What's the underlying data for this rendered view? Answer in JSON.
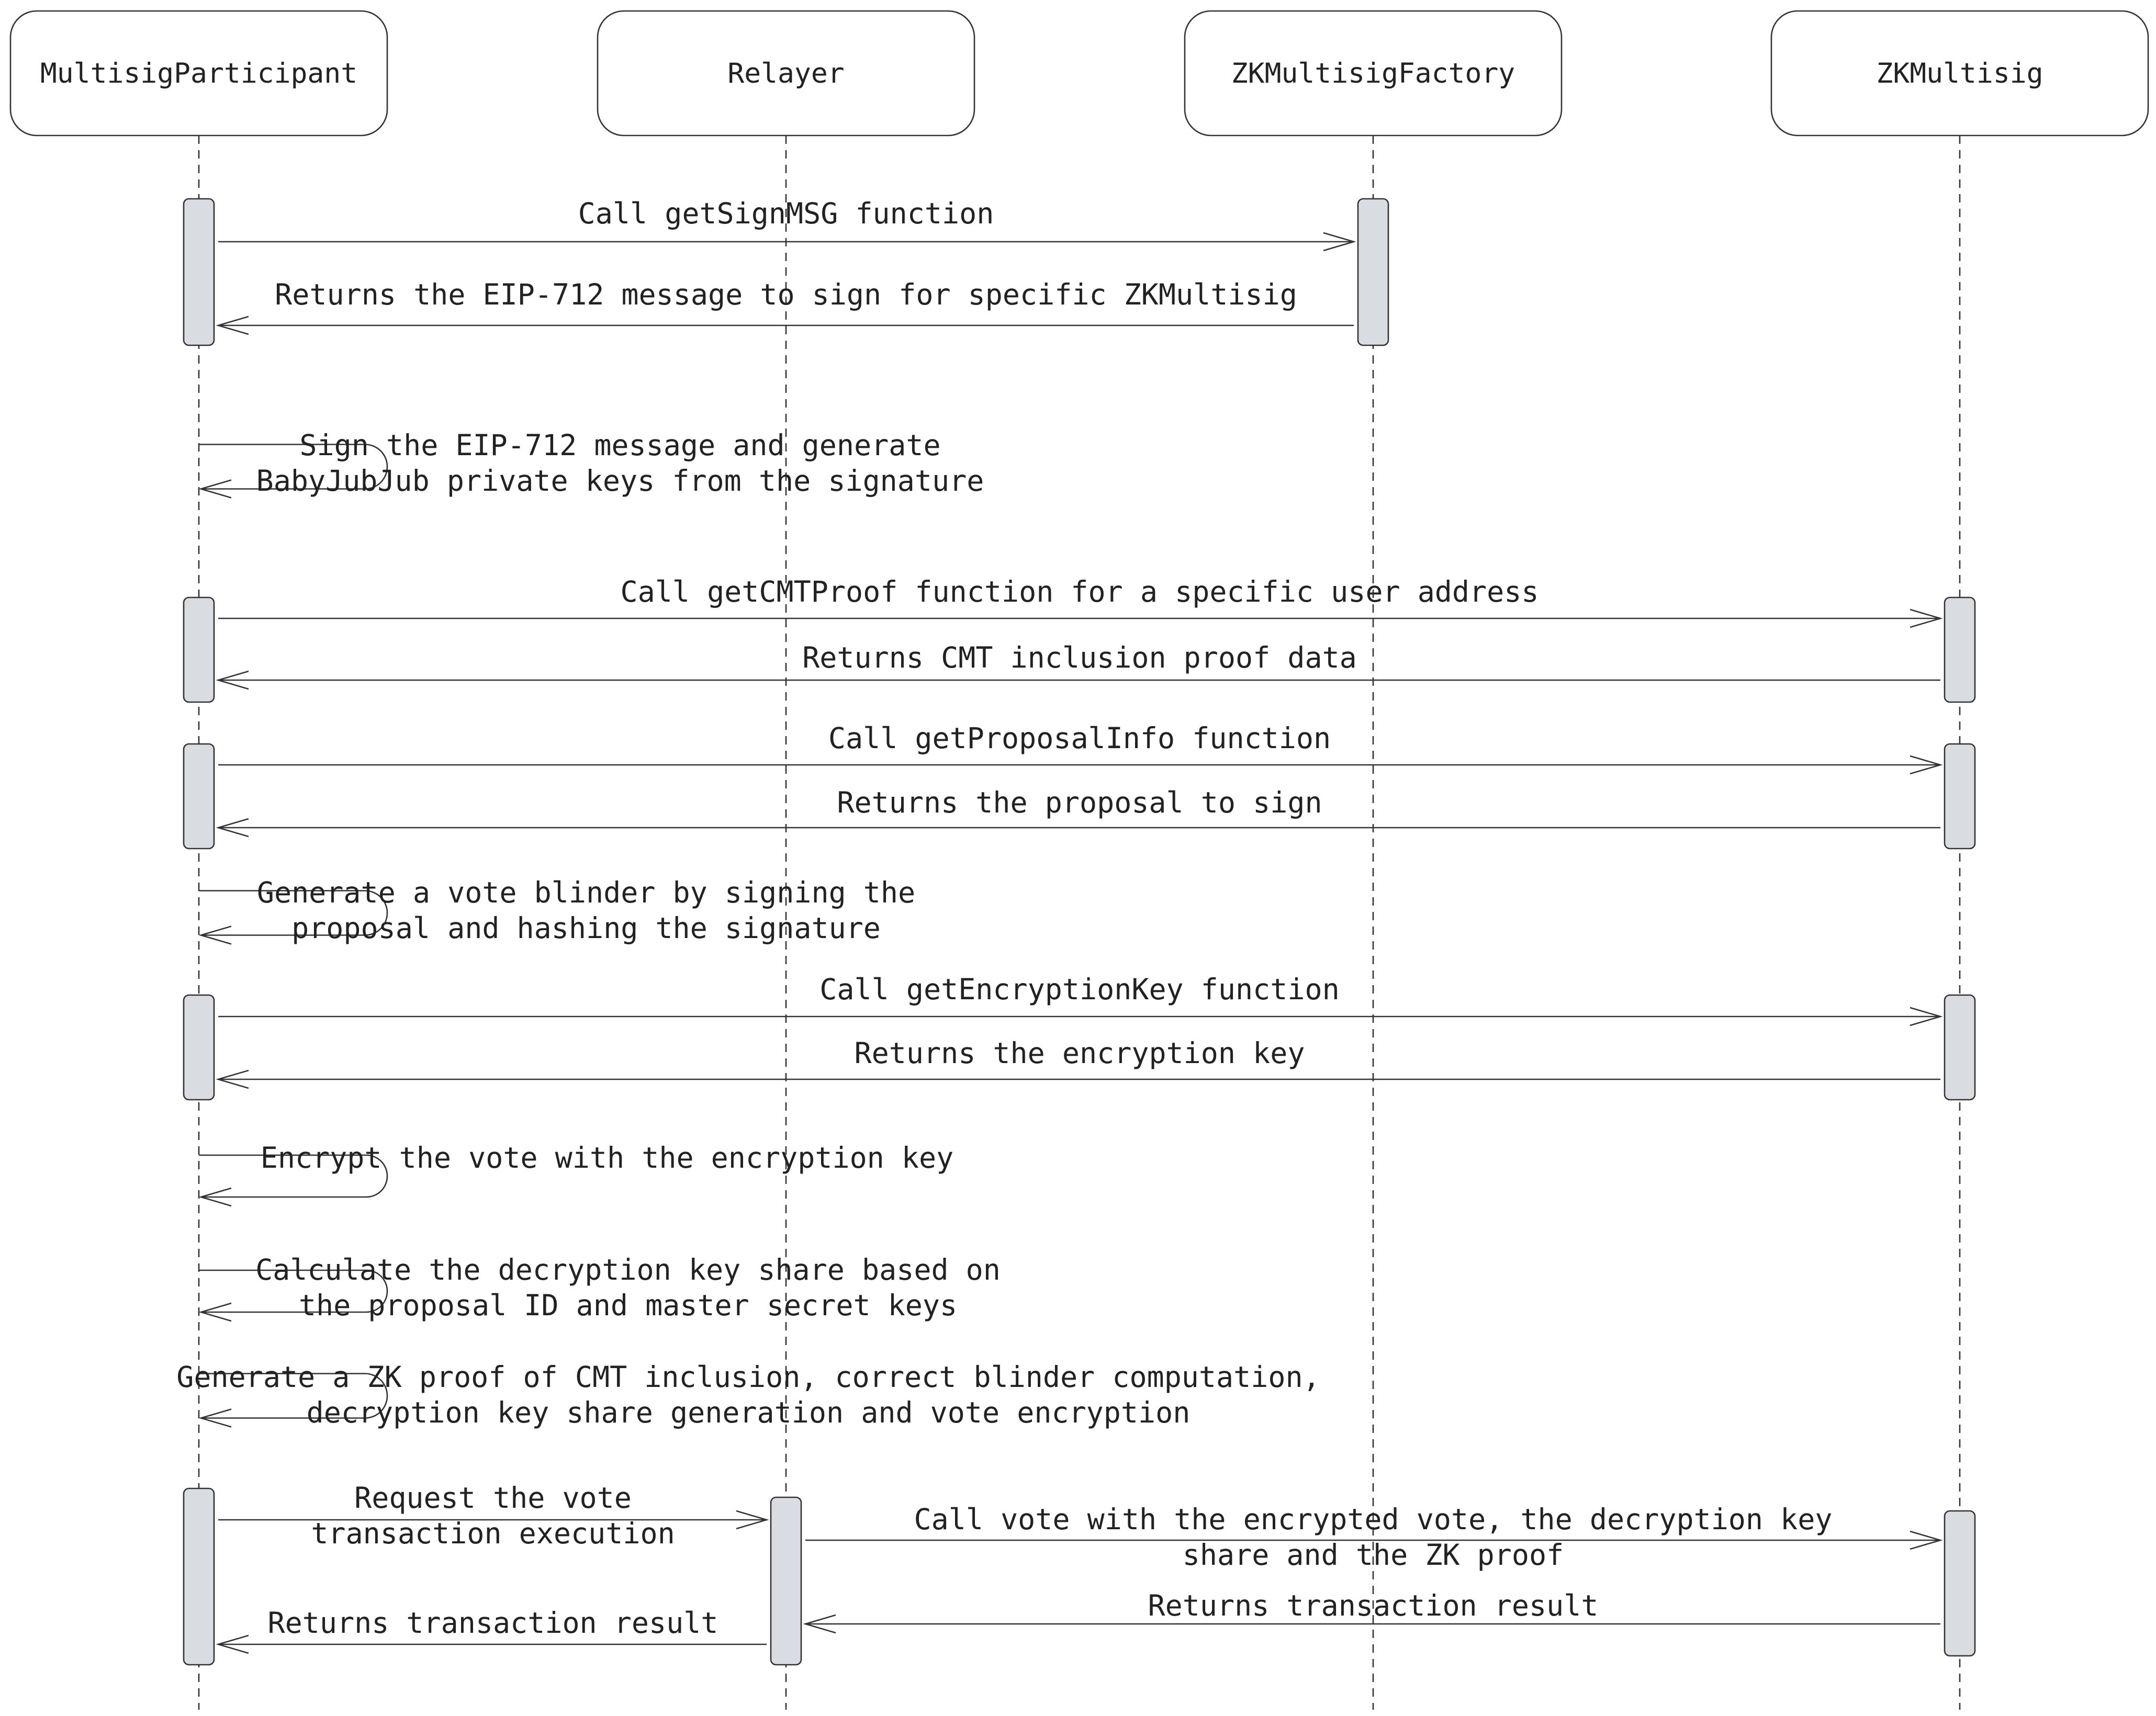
{
  "participants": [
    {
      "id": "participant",
      "label": "MultisigParticipant"
    },
    {
      "id": "relayer",
      "label": "Relayer"
    },
    {
      "id": "factory",
      "label": "ZKMultisigFactory"
    },
    {
      "id": "multisig",
      "label": "ZKMultisig"
    }
  ],
  "messages": [
    {
      "from": "participant",
      "to": "factory",
      "lines": [
        "Call getSignMSG function"
      ]
    },
    {
      "from": "factory",
      "to": "participant",
      "lines": [
        "Returns the EIP-712 message to sign for specific ZKMultisig"
      ]
    },
    {
      "from": "participant",
      "to": "participant",
      "lines": [
        "Sign the EIP-712 message and generate",
        "BabyJubJub private keys from the signature"
      ]
    },
    {
      "from": "participant",
      "to": "multisig",
      "lines": [
        "Call getCMTProof function for a specific user address"
      ]
    },
    {
      "from": "multisig",
      "to": "participant",
      "lines": [
        "Returns CMT inclusion proof data"
      ]
    },
    {
      "from": "participant",
      "to": "multisig",
      "lines": [
        "Call getProposalInfo function"
      ]
    },
    {
      "from": "multisig",
      "to": "participant",
      "lines": [
        "Returns the proposal to sign"
      ]
    },
    {
      "from": "participant",
      "to": "participant",
      "lines": [
        "Generate a vote blinder by signing the",
        "proposal and hashing the signature"
      ]
    },
    {
      "from": "participant",
      "to": "multisig",
      "lines": [
        "Call getEncryptionKey function"
      ]
    },
    {
      "from": "multisig",
      "to": "participant",
      "lines": [
        "Returns the encryption key"
      ]
    },
    {
      "from": "participant",
      "to": "participant",
      "lines": [
        "Encrypt the vote with the encryption key"
      ]
    },
    {
      "from": "participant",
      "to": "participant",
      "lines": [
        "Calculate the decryption key share based on",
        "the proposal ID and master secret keys"
      ]
    },
    {
      "from": "participant",
      "to": "participant",
      "lines": [
        "Generate a ZK proof of CMT inclusion, correct blinder computation,",
        "decryption key share generation and vote encryption"
      ]
    },
    {
      "from": "participant",
      "to": "relayer",
      "lines": [
        "Request the vote",
        "transaction execution"
      ]
    },
    {
      "from": "relayer",
      "to": "multisig",
      "lines": [
        "Call vote with the encrypted vote, the decryption key",
        "share and the ZK proof"
      ]
    },
    {
      "from": "multisig",
      "to": "relayer",
      "lines": [
        "Returns transaction result"
      ]
    },
    {
      "from": "relayer",
      "to": "participant",
      "lines": [
        "Returns transaction result"
      ]
    }
  ],
  "colors": {
    "activation_fill": "#d9dde2",
    "stroke": "#333333",
    "text": "#222222",
    "background": "#ffffff"
  }
}
